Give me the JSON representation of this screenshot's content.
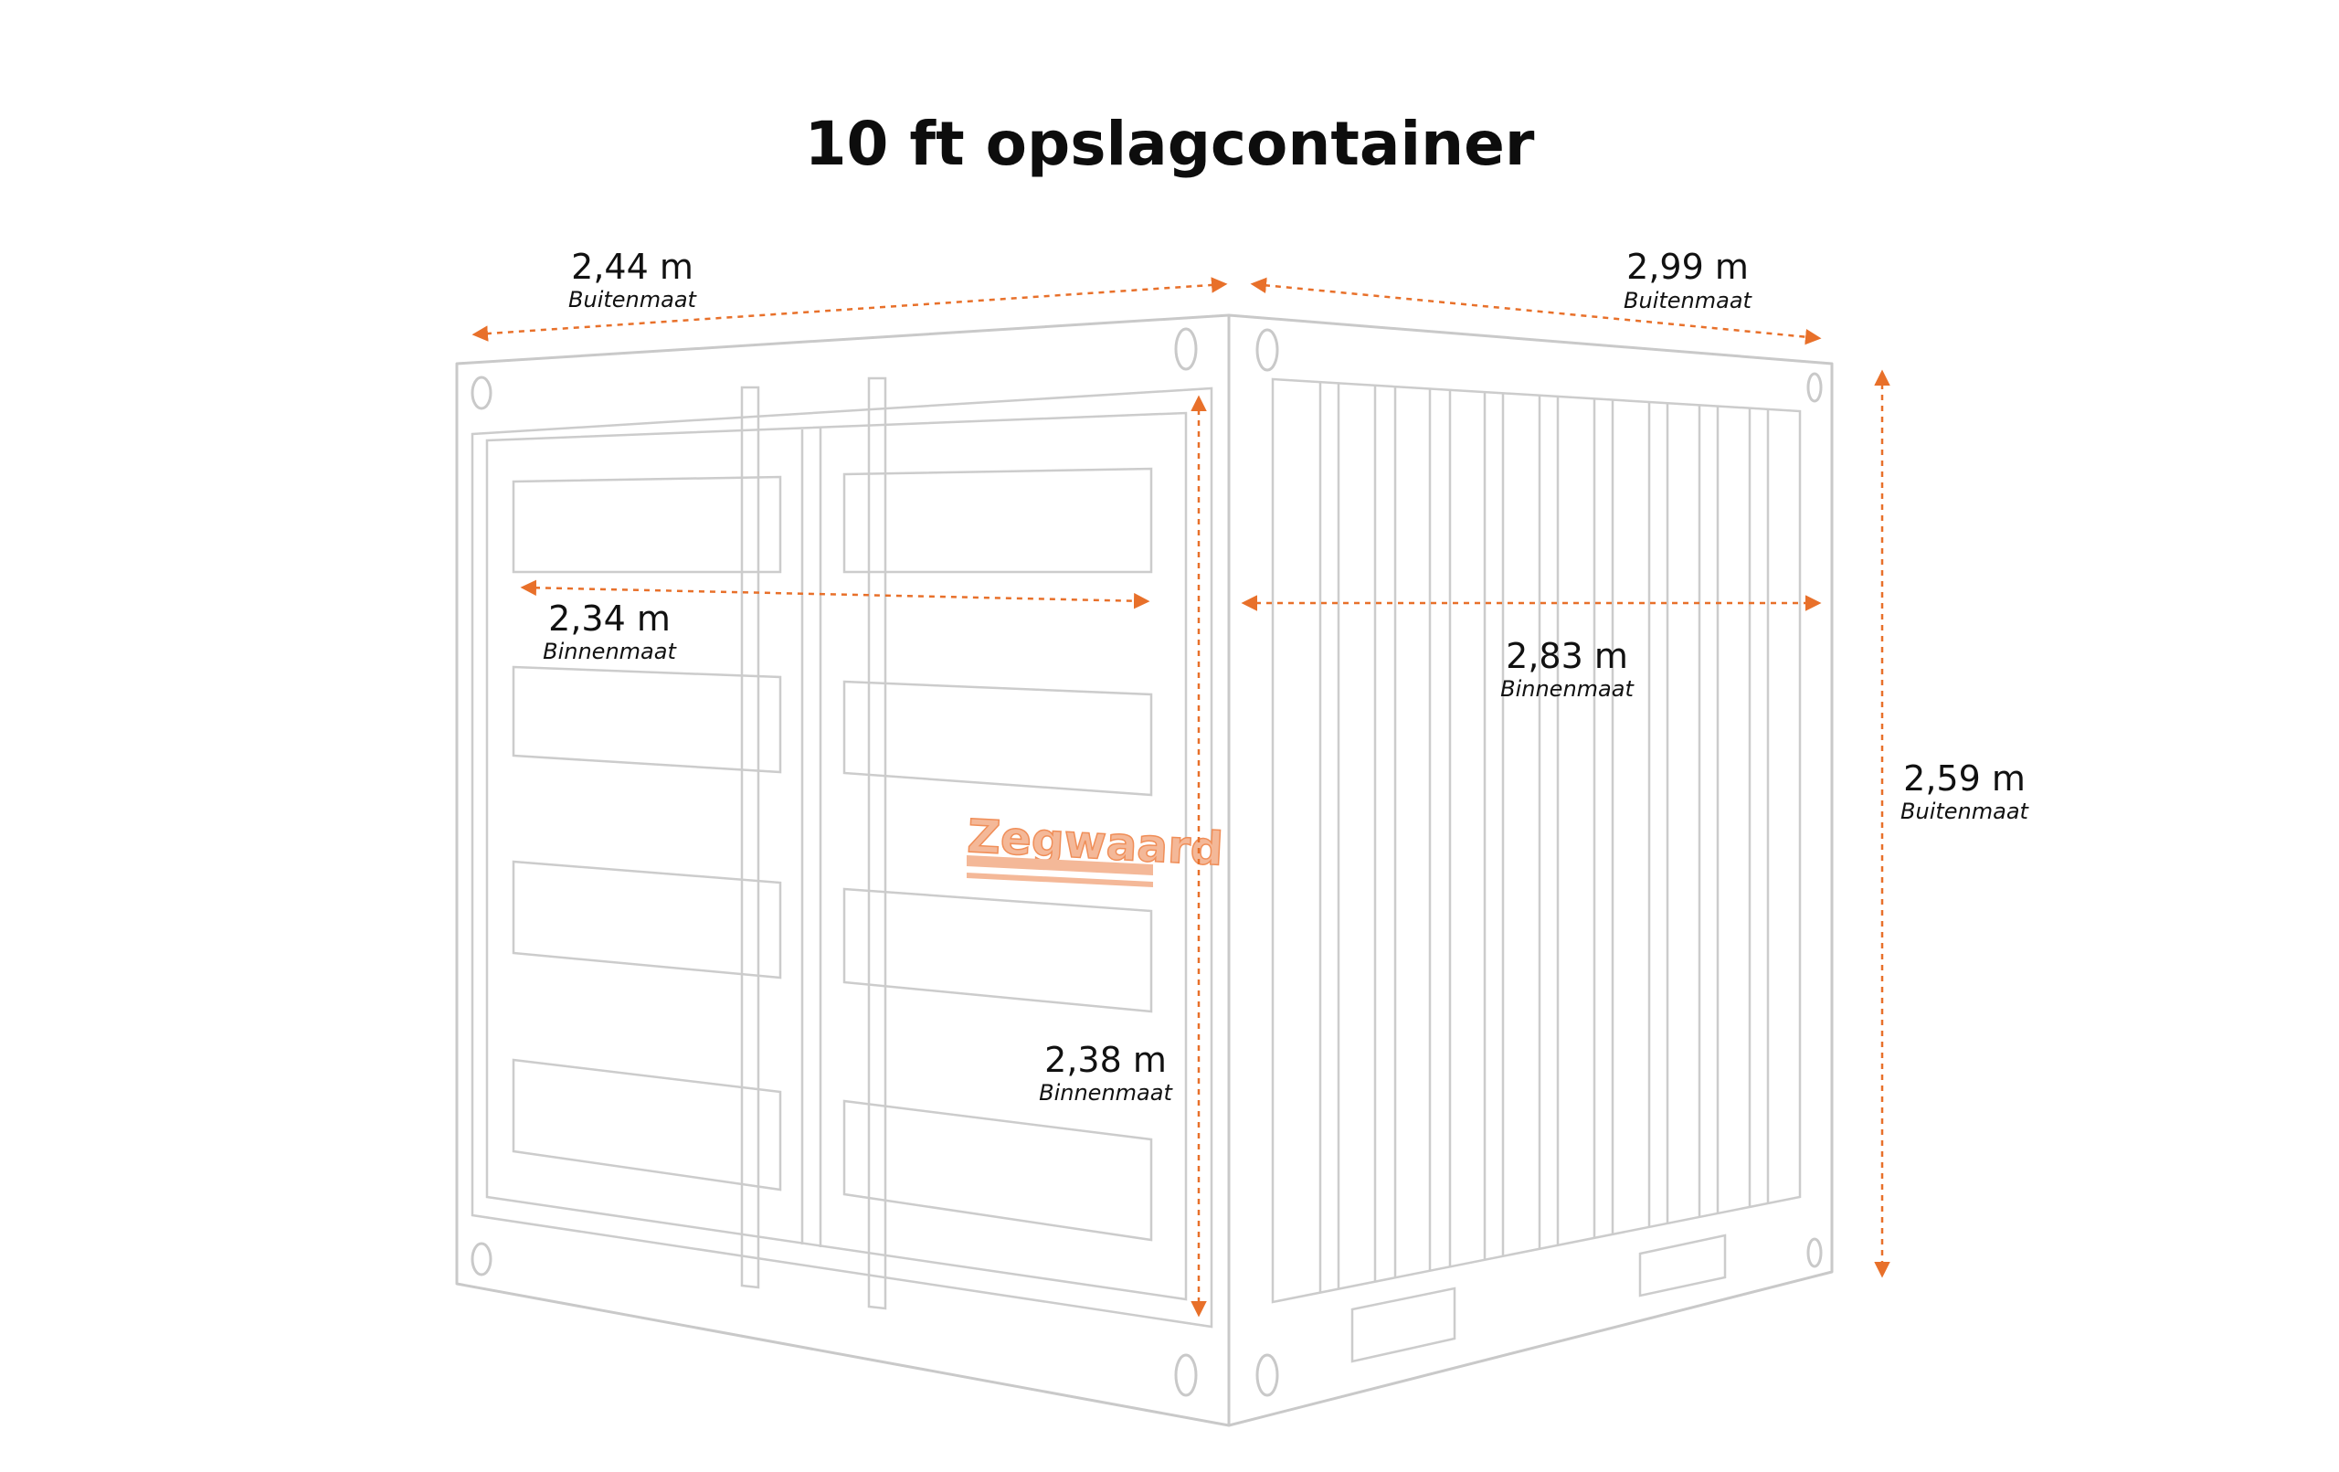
{
  "title": "10 ft opslagcontainer",
  "colors": {
    "dimension": "#e8702a",
    "outline": "#c9c9c9",
    "text": "#111111",
    "brand": "#f4b898"
  },
  "brand": "Zegwaard",
  "dimensions": {
    "width_outer": {
      "value": "2,44 m",
      "kind": "Buitenmaat"
    },
    "length_outer": {
      "value": "2,99 m",
      "kind": "Buitenmaat"
    },
    "height_outer": {
      "value": "2,59 m",
      "kind": "Buitenmaat"
    },
    "width_inner": {
      "value": "2,34 m",
      "kind": "Binnenmaat"
    },
    "length_inner": {
      "value": "2,83 m",
      "kind": "Binnenmaat"
    },
    "height_inner": {
      "value": "2,38 m",
      "kind": "Binnenmaat"
    }
  }
}
